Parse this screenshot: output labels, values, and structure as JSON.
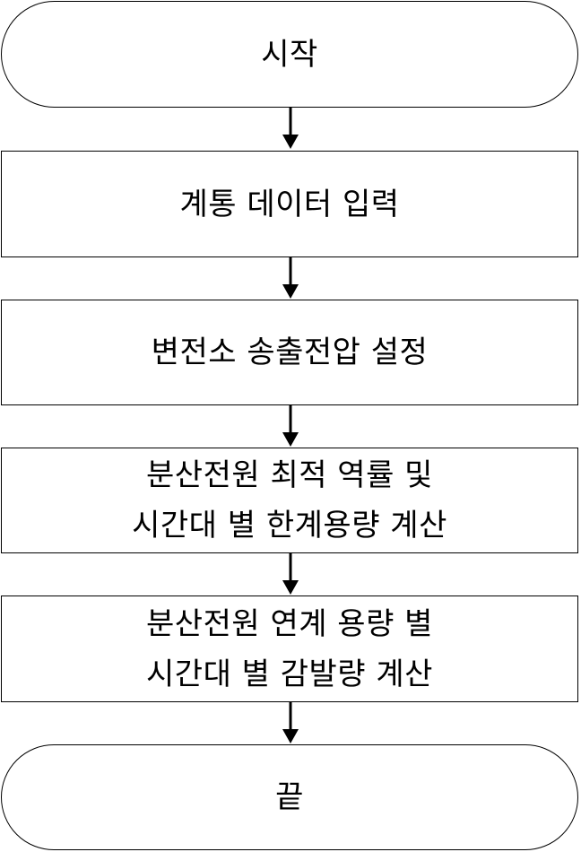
{
  "flowchart": {
    "nodes": [
      {
        "id": "start",
        "shape": "terminal",
        "lines": [
          "시작"
        ]
      },
      {
        "id": "input",
        "shape": "process",
        "lines": [
          "계통 데이터 입력"
        ]
      },
      {
        "id": "voltage",
        "shape": "process",
        "lines": [
          "변전소 송출전압 설정"
        ]
      },
      {
        "id": "capacity",
        "shape": "process",
        "lines": [
          "분산전원 최적 역률 및",
          "시간대 별 한계용량 계산"
        ]
      },
      {
        "id": "curtailment",
        "shape": "process",
        "lines": [
          "분산전원 연계 용량 별",
          "시간대 별 감발량 계산"
        ]
      },
      {
        "id": "end",
        "shape": "terminal",
        "lines": [
          "끝"
        ]
      }
    ],
    "edges": [
      {
        "from": "start",
        "to": "input"
      },
      {
        "from": "input",
        "to": "voltage"
      },
      {
        "from": "voltage",
        "to": "capacity"
      },
      {
        "from": "capacity",
        "to": "curtailment"
      },
      {
        "from": "curtailment",
        "to": "end"
      }
    ]
  }
}
